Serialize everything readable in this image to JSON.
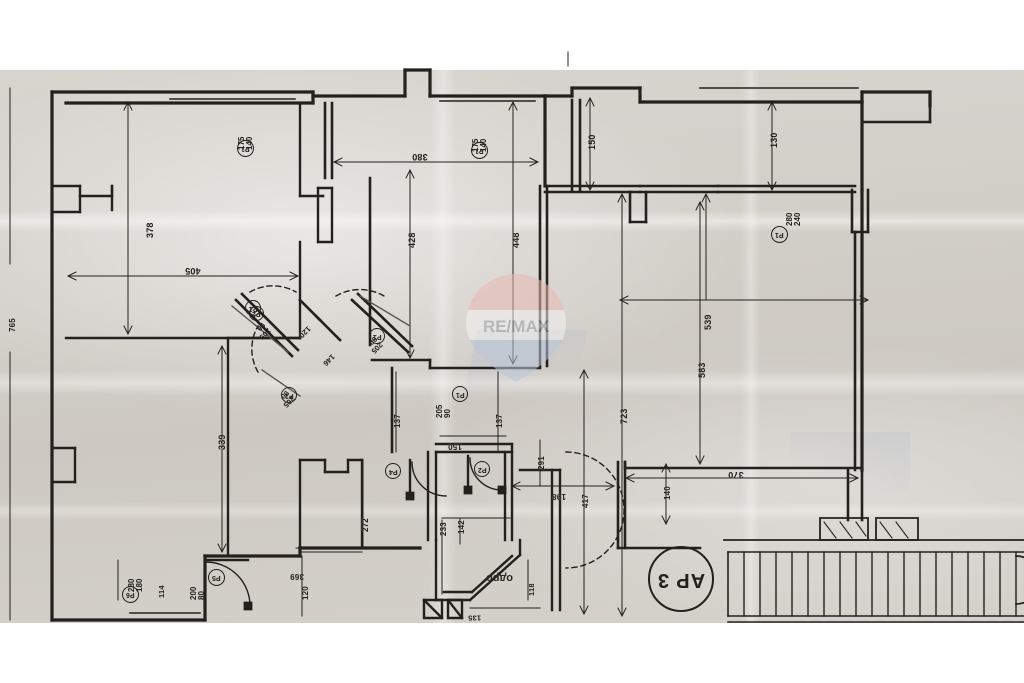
{
  "document": {
    "kind": "architectural-floor-plan-photo",
    "apartment_label": "AP 3",
    "floor_note": "одро",
    "watermark": "RE/MAX",
    "paper_color": "#d3cfc9",
    "ink_color": "#23201e"
  },
  "watermark": {
    "text": "RE/MAX",
    "red": "#e8b7b2",
    "white": "#f3f1ef",
    "blue": "#b9c6d8",
    "text_color": "#9aa3ad"
  },
  "dimensions": {
    "left_overall": "765",
    "top_left_room_height": "378",
    "top_left_room_width": "405",
    "mid_room_width": "380",
    "mid_room_height_left": "428",
    "mid_room_height_right": "448",
    "right_upper_1": "150",
    "right_upper_2": "130",
    "right_room_width": "539",
    "right_room_height": "583",
    "right_long_vert": "723",
    "right_low_vert": "291",
    "right_low_horiz": "198",
    "right_low_vert2": "417",
    "right_low_h2": "140",
    "right_low_h3": "370",
    "lower_left_room_height": "339",
    "lower_left_w1": "180",
    "lower_left_w2": "280",
    "lower_left_pier": "114",
    "door_w": "80",
    "door_h": "200",
    "corridor_v1": "272",
    "corridor_h1": "369",
    "corridor_h2": "120",
    "bath_v": "233",
    "bath_h": "142",
    "bath_top": "150",
    "hall_left": "137",
    "hall_right": "137",
    "small_150": "150",
    "small_118": "118",
    "small_135": "135",
    "diag_120": "120",
    "diag_146": "146"
  },
  "window_tags": [
    {
      "id": "w-top-left",
      "w": "140",
      "h": "175",
      "mark": "P1"
    },
    {
      "id": "w-top-mid",
      "w": "140",
      "h": "175",
      "mark": "P1"
    },
    {
      "id": "w-top-right",
      "w": "240",
      "h": "280",
      "mark": "P1"
    },
    {
      "id": "w-bottom-left",
      "w": "180",
      "h": "280",
      "mark": "P6"
    }
  ],
  "door_tags": [
    {
      "id": "d-1",
      "w": "90",
      "h": "205",
      "mark": "P1"
    },
    {
      "id": "d-2",
      "w": "90",
      "h": "205",
      "mark": "P1"
    },
    {
      "id": "d-3",
      "w": "90",
      "h": "205",
      "mark": "P1"
    },
    {
      "id": "d-4",
      "w": "80",
      "h": "200",
      "mark": "P5"
    },
    {
      "id": "d-5",
      "mark": "P4"
    },
    {
      "id": "d-6",
      "mark": "P2"
    },
    {
      "id": "d-7",
      "mark": "P2"
    },
    {
      "id": "d-8",
      "mark": "P3"
    }
  ]
}
